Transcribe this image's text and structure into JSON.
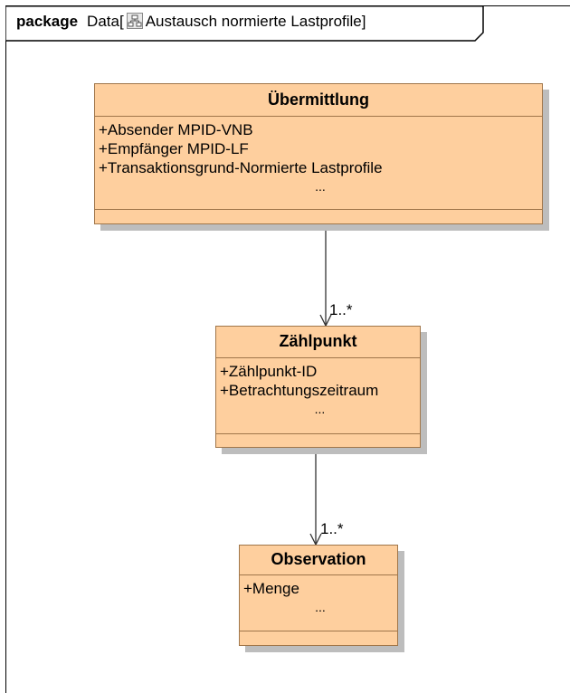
{
  "package": {
    "keyword": "package",
    "name_prefix": "Data[",
    "name": "Austausch normierte Lastprofile",
    "name_suffix": "]",
    "diagram_icon": "class-diagram-icon"
  },
  "classes": [
    {
      "name": "Übermittlung",
      "attributes": [
        "+Absender MPID-VNB",
        "+Empfänger MPID-LF",
        "+Transaktionsgrund-Normierte Lastprofile"
      ],
      "ellipsis": "..."
    },
    {
      "name": "Zählpunkt",
      "attributes": [
        "+Zählpunkt-ID",
        "+Betrachtungszeitraum"
      ],
      "ellipsis": "..."
    },
    {
      "name": "Observation",
      "attributes": [
        "+Menge"
      ],
      "ellipsis": "..."
    }
  ],
  "associations": [
    {
      "from": "Übermittlung",
      "to": "Zählpunkt",
      "multiplicity": "1..*"
    },
    {
      "from": "Zählpunkt",
      "to": "Observation",
      "multiplicity": "1..*"
    }
  ],
  "colors": {
    "class_fill": "#fecf9e",
    "class_border": "#a0764a",
    "shadow": "#bdbdbd"
  }
}
